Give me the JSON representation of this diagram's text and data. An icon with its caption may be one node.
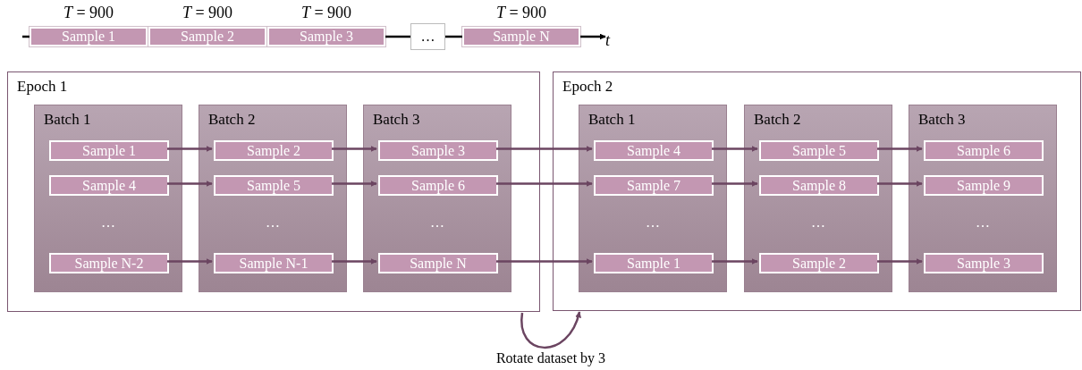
{
  "diagram": {
    "nodes": [
      {
        "text": [
          "Sample 1"
        ],
        "beside": [
          "*T* = 900"
        ]
      },
      {
        "text": [
          "Sample 2"
        ],
        "beside": [
          "*T* = 900"
        ]
      },
      {
        "text": [
          "Sample 3"
        ],
        "beside": [
          "*T* = 900"
        ]
      },
      {
        "text": [
          "…"
        ]
      },
      {
        "text": [
          "Sample N"
        ],
        "beside": [
          "*T* = 900"
        ]
      },
      {
        "text": [
          "Epoch 1"
        ]
      },
      {
        "text": [
          "Batch 1",
          "…"
        ],
        "in": 5
      },
      {
        "text": [
          "Sample 1"
        ],
        "in": 6
      },
      {
        "text": [
          "Sample 4"
        ],
        "in": 6
      },
      {
        "text": [
          "Sample N-2"
        ],
        "in": 6
      },
      {
        "text": [
          "Batch 2",
          "…"
        ],
        "in": 5
      },
      {
        "text": [
          "Sample 2"
        ],
        "in": 10
      },
      {
        "text": [
          "Sample 5"
        ],
        "in": 10
      },
      {
        "text": [
          "Sample N-1"
        ],
        "in": 10
      },
      {
        "text": [
          "Batch 3",
          "…"
        ],
        "in": 5
      },
      {
        "text": [
          "Sample 3"
        ],
        "in": 14
      },
      {
        "text": [
          "Sample 6"
        ],
        "in": 14
      },
      {
        "text": [
          "Sample N"
        ],
        "in": 14
      },
      {
        "text": [
          "Epoch 2"
        ]
      },
      {
        "text": [
          "Batch 1",
          "…"
        ],
        "in": 18
      },
      {
        "text": [
          "Sample 4"
        ],
        "in": 19
      },
      {
        "text": [
          "Sample 7"
        ],
        "in": 19
      },
      {
        "text": [
          "Sample 1"
        ],
        "in": 19
      },
      {
        "text": [
          "Batch 2",
          "…"
        ],
        "in": 18
      },
      {
        "text": [
          "Sample 5"
        ],
        "in": 23
      },
      {
        "text": [
          "Sample 8"
        ],
        "in": 23
      },
      {
        "text": [
          "Sample 2"
        ],
        "in": 23
      },
      {
        "text": [
          "Batch 3",
          "…"
        ],
        "in": 18
      },
      {
        "text": [
          "Sample 6"
        ],
        "in": 27
      },
      {
        "text": [
          "Sample 9"
        ],
        "in": 27
      },
      {
        "text": [
          "Sample 3"
        ],
        "in": 27
      },
      {
        "text": [
          "t"
        ]
      }
    ],
    "edges": [
      {
        "from": null,
        "to": 0,
        "arrow": "none",
        "color": "#000000"
      },
      {
        "from": 2,
        "to": 3,
        "arrow": "none",
        "color": "#000000"
      },
      {
        "from": 3,
        "to": 4,
        "arrow": "none",
        "color": "#000000"
      },
      {
        "from": 4,
        "to": 31,
        "arrow": "to",
        "color": "#000000"
      },
      {
        "from": 7,
        "to": 11,
        "arrow": "to"
      },
      {
        "from": 11,
        "to": 15,
        "arrow": "to"
      },
      {
        "from": 15,
        "to": 20,
        "arrow": "to"
      },
      {
        "from": 20,
        "to": 24,
        "arrow": "to"
      },
      {
        "from": 24,
        "to": 28,
        "arrow": "to"
      },
      {
        "from": 8,
        "to": 12,
        "arrow": "to"
      },
      {
        "from": 12,
        "to": 16,
        "arrow": "to"
      },
      {
        "from": 16,
        "to": 21,
        "arrow": "to"
      },
      {
        "from": 21,
        "to": 25,
        "arrow": "to"
      },
      {
        "from": 25,
        "to": 29,
        "arrow": "to"
      },
      {
        "from": 9,
        "to": 13,
        "arrow": "to"
      },
      {
        "from": 13,
        "to": 17,
        "arrow": "to"
      },
      {
        "from": 17,
        "to": 22,
        "arrow": "to"
      },
      {
        "from": 22,
        "to": 26,
        "arrow": "to"
      },
      {
        "from": 26,
        "to": 30,
        "arrow": "to"
      },
      {
        "from": 5,
        "to": 18,
        "arrow": "to",
        "label": "Rotate dataset by 3"
      }
    ]
  }
}
